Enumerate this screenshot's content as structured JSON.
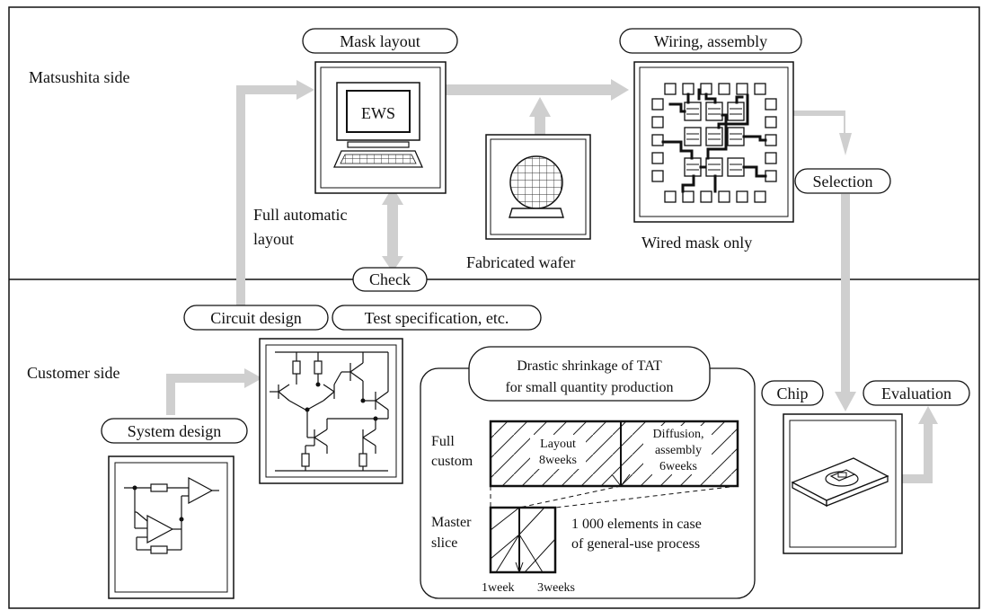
{
  "sides": {
    "matsushita": "Matsushita side",
    "customer": "Customer side"
  },
  "steps": {
    "mask_layout": "Mask layout",
    "wiring_assembly": "Wiring, assembly",
    "selection": "Selection",
    "check": "Check",
    "circuit_design": "Circuit design",
    "test_specification": "Test specification, etc.",
    "system_design": "System design",
    "chip": "Chip",
    "evaluation": "Evaluation"
  },
  "labels": {
    "ews": "EWS",
    "full_automatic_1": "Full automatic",
    "full_automatic_2": "layout",
    "fabricated_wafer": "Fabricated wafer",
    "wired_mask_only": "Wired mask only"
  },
  "tat_panel": {
    "title_1": "Drastic shrinkage of TAT",
    "title_2": "for small quantity production",
    "full_custom_1": "Full",
    "full_custom_2": "custom",
    "layout_1": "Layout",
    "layout_2": "8weeks",
    "diffusion_1": "Diffusion,",
    "diffusion_2": "assembly",
    "diffusion_3": "6weeks",
    "master_slice_1": "Master",
    "master_slice_2": "slice",
    "elements_note_1": "1 000 elements in case",
    "elements_note_2": "of general-use process",
    "week1": "1week",
    "week3": "3weeks"
  },
  "colors": {
    "flow_arrow": "#cfcfcf",
    "line": "#111111"
  }
}
